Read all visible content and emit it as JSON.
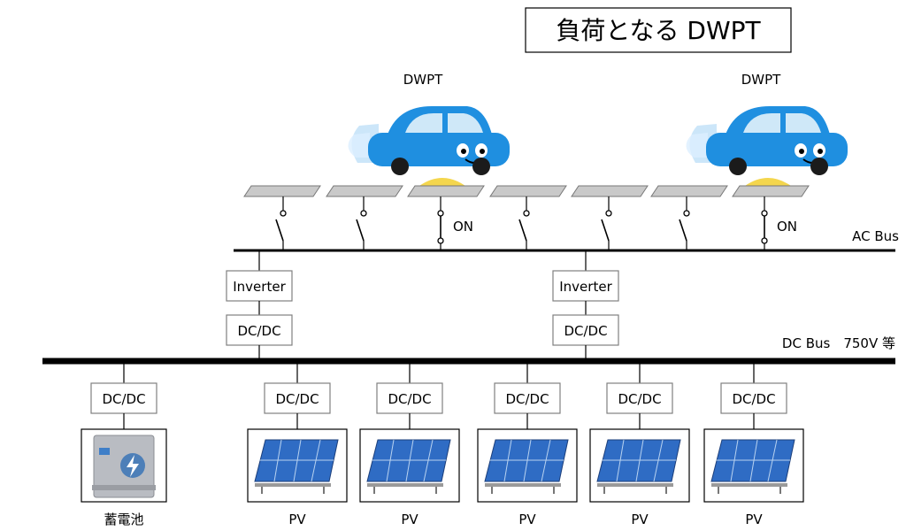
{
  "title": "負荷となる DWPT",
  "cars": [
    {
      "label": "DWPT"
    },
    {
      "label": "DWPT"
    }
  ],
  "ac_bus_label": "AC Bus",
  "dc_bus_label": "DC Bus　750V 等",
  "switch_states": [
    "",
    "",
    "ON",
    "",
    "",
    "",
    "ON"
  ],
  "inverters": [
    {
      "inverter_label": "Inverter",
      "converter_label": "DC/DC"
    },
    {
      "inverter_label": "Inverter",
      "converter_label": "DC/DC"
    }
  ],
  "sources": [
    {
      "converter_label": "DC/DC",
      "device_label": "蓄電池",
      "device": "battery-icon"
    },
    {
      "converter_label": "DC/DC",
      "device_label": "PV",
      "device": "solar-panel-icon"
    },
    {
      "converter_label": "DC/DC",
      "device_label": "PV",
      "device": "solar-panel-icon"
    },
    {
      "converter_label": "DC/DC",
      "device_label": "PV",
      "device": "solar-panel-icon"
    },
    {
      "converter_label": "DC/DC",
      "device_label": "PV",
      "device": "solar-panel-icon"
    },
    {
      "converter_label": "DC/DC",
      "device_label": "PV",
      "device": "solar-panel-icon"
    }
  ],
  "colors": {
    "car_body": "#1f8fe0",
    "car_shadow": "#9fd0f2",
    "panel": "#2f6cc4",
    "coil_glow": "#f3d13a",
    "battery": "#b9bcc2"
  }
}
